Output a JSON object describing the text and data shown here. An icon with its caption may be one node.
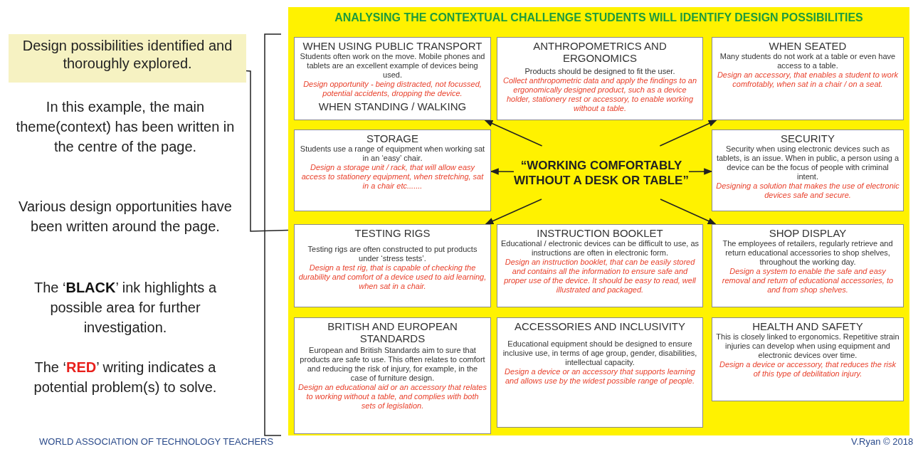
{
  "diagram": {
    "nodes": [
      {
        "text": [
          "Design possibilities identified and thoroughly explored."
        ]
      },
      {
        "text": [
          "ANALYSING THE CONTEXTUAL CHALLENGE STUDENTS WILL IDENTIFY DESIGN POSSIBILITIES"
        ]
      },
      {
        "text": [
          "WHEN USING PUBLIC TRANSPORT",
          "Students often work on the move. Mobile phones and tablets are an excellent example of devices being used.",
          "Design opportunity - being distracted, not focussed, potential accidents, dropping the device.",
          "WHEN STANDING / WALKING"
        ],
        "in": 1
      },
      {
        "text": [
          "ANTHROPOMETRICS AND ERGONOMICS",
          "Products should be designed to fit the user.",
          "Collect anthropometric data and apply the findings to an ergonomically designed product, such as a device holder, stationery rest or accessory, to enable working without a table."
        ],
        "in": 1
      },
      {
        "text": [
          "WHEN SEATED",
          "Many students do not work at a table or even have access to a table.",
          "Design an accessory, that enables a student to work comfrotably, when sat in a chair / on a seat."
        ],
        "in": 1
      },
      {
        "text": [
          "STORAGE",
          "Students use a range of equipment when working sat in an ‘easy’ chair.",
          "Design a storage unit / rack, that will allow easy access to stationery equipment, when stretching, sat in a chair etc......."
        ],
        "in": 1
      },
      {
        "text": [
          "“WORKING COMFORTABLY WITHOUT A DESK OR TABLE”"
        ],
        "in": 1
      },
      {
        "text": [
          "SECURITY",
          "Security when using electronic devices such as tablets, is an issue. When in public, a person using a device can be the focus of people with criminal intent.",
          "Designing a solution that makes the use of electronic devices safe and secure."
        ],
        "in": 1
      },
      {
        "text": [
          "TESTING RIGS",
          "Testing rigs are often constructed to put products under ‘stress tests’.",
          "Design a test rig, that is capable of checking the durability and comfort of a device used to aid learning, when sat in a chair."
        ],
        "in": 1
      },
      {
        "text": [
          "INSTRUCTION BOOKLET",
          "Educational / electronic devices can be difficult to use, as instructions are often in electronic form.",
          "Design an instruction booklet, that can be easily stored and contains all the information to ensure safe and proper use of the device. It should be easy to read, well illustrated and packaged."
        ],
        "in": 1
      },
      {
        "text": [
          "SHOP DISPLAY",
          "The employees of retailers, regularly retrieve and return educational accessories to shop shelves, throughout the working day.",
          "Design a system to enable the safe and easy removal and return of educational accessories, to and from shop shelves."
        ],
        "in": 1
      },
      {
        "text": [
          "BRITISH AND EUROPEAN STANDARDS",
          "European and British Standards aim to sure that products are safe to use. This often relates to comfort and reducing the risk of injury, for example, in the case of furniture design.",
          "Design an educational aid or an accessory that relates to working without a table, and complies with both sets of legislation."
        ],
        "in": 1
      },
      {
        "text": [
          "ACCESSORIES AND INCLUSIVITY",
          "Educational equipment should be designed to ensure inclusive use, in terms of age group, gender, disabilities, intellectual capacity.",
          "Design a device or an accessory that supports learning and allows use by the widest possible range of people."
        ],
        "in": 1
      },
      {
        "text": [
          "HEALTH AND SAFETY",
          "This is closely linked to ergonomics. Repetitive strain injuries can develop when using equipment and electronic devices over time.",
          "Design a device or accessory, that reduces the risk of this type of debilitation injury."
        ],
        "in": 1
      }
    ],
    "edges": [
      {
        "from": 0,
        "to": 1,
        "arrow": "none"
      },
      {
        "from": 6,
        "to": 2,
        "arrow": "to"
      },
      {
        "from": 6,
        "to": 4,
        "arrow": "to"
      },
      {
        "from": 6,
        "to": 5,
        "arrow": "to"
      },
      {
        "from": 6,
        "to": 7,
        "arrow": "to"
      },
      {
        "from": 6,
        "to": 8,
        "arrow": "to"
      },
      {
        "from": 6,
        "to": 10,
        "arrow": "to"
      }
    ],
    "labels": [
      "In this example, the main theme(context) has been written in the centre of the page.",
      "Various design opportunities have been written around the page.",
      "The ‘**BLACK**’ ink highlights a possible area for further investigation.",
      "The ‘**RED**’ writing indicates a potential problem(s) to solve.",
      "WORLD ASSOCIATION OF TECHNOLOGY TEACHERS",
      "V.Ryan © 2018"
    ]
  }
}
